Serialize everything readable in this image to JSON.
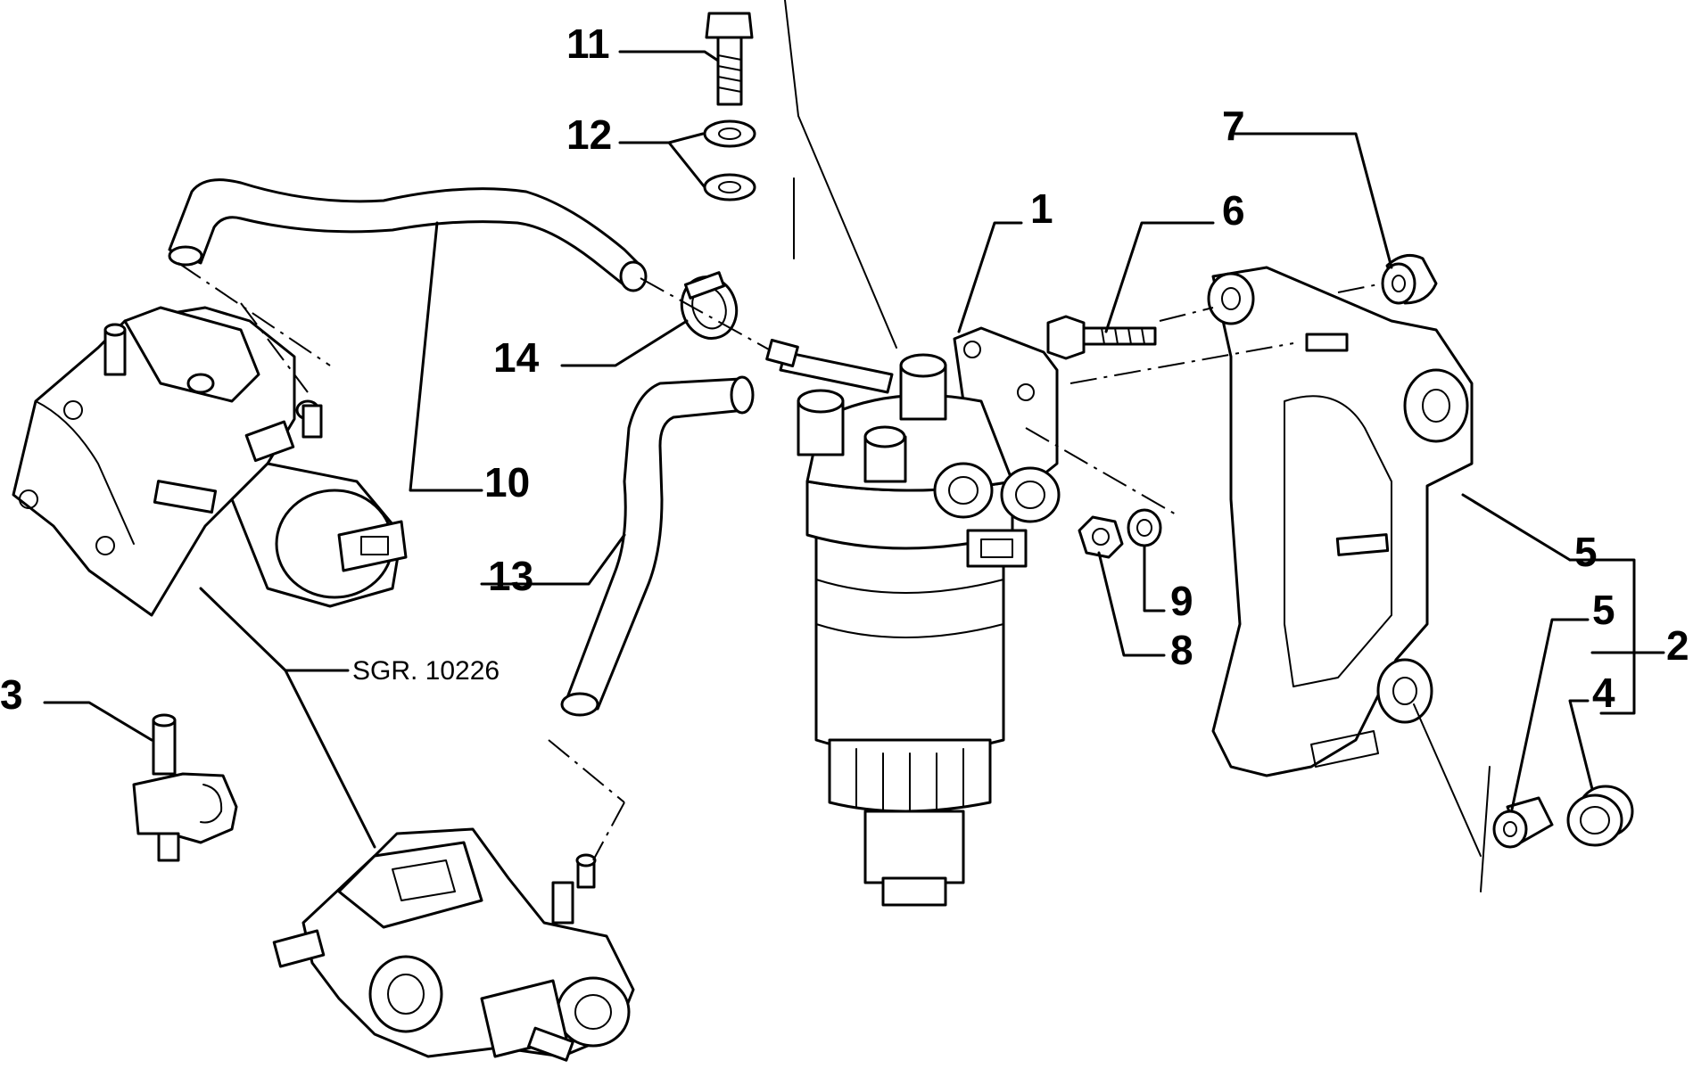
{
  "diagram": {
    "callouts": [
      {
        "id": "1",
        "text": "1"
      },
      {
        "id": "2",
        "text": "2"
      },
      {
        "id": "3",
        "text": "3"
      },
      {
        "id": "4",
        "text": "4"
      },
      {
        "id": "5a",
        "text": "5"
      },
      {
        "id": "5b",
        "text": "5"
      },
      {
        "id": "6",
        "text": "6"
      },
      {
        "id": "7",
        "text": "7"
      },
      {
        "id": "8",
        "text": "8"
      },
      {
        "id": "9",
        "text": "9"
      },
      {
        "id": "10",
        "text": "10"
      },
      {
        "id": "11",
        "text": "11"
      },
      {
        "id": "12",
        "text": "12"
      },
      {
        "id": "13",
        "text": "13"
      },
      {
        "id": "14",
        "text": "14"
      }
    ],
    "reference_label": "SGR. 10226"
  }
}
